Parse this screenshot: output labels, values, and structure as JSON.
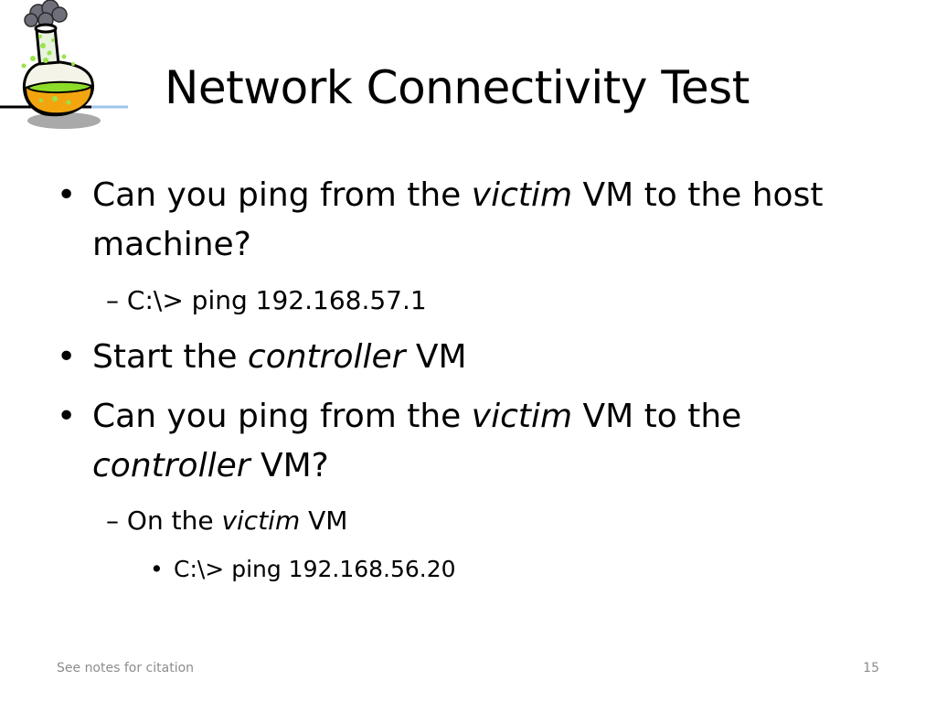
{
  "slide": {
    "title": "Network Connectivity Test",
    "bullets": {
      "b1": {
        "pre": "Can you ping from the ",
        "em": "victim",
        "post": " VM to the host",
        "cont": "machine?",
        "sub": {
          "dash": "–",
          "text": "C:\\> ping 192.168.57.1"
        }
      },
      "b2": {
        "pre": "Start the ",
        "em": "controller",
        "post": " VM"
      },
      "b3": {
        "pre": "Can you ping from the ",
        "em": "victim",
        "post": " VM to the",
        "cont_em": "controller",
        "cont_post": " VM?",
        "sub": {
          "dash": "–",
          "pre": "On the ",
          "em": "victim",
          "post": " VM",
          "subsub": "C:\\> ping 192.168.56.20"
        }
      }
    },
    "bullet_char": "•",
    "footer": {
      "citation": "See notes for citation",
      "page_number": "15"
    },
    "icon": "chemistry-flask-icon"
  }
}
